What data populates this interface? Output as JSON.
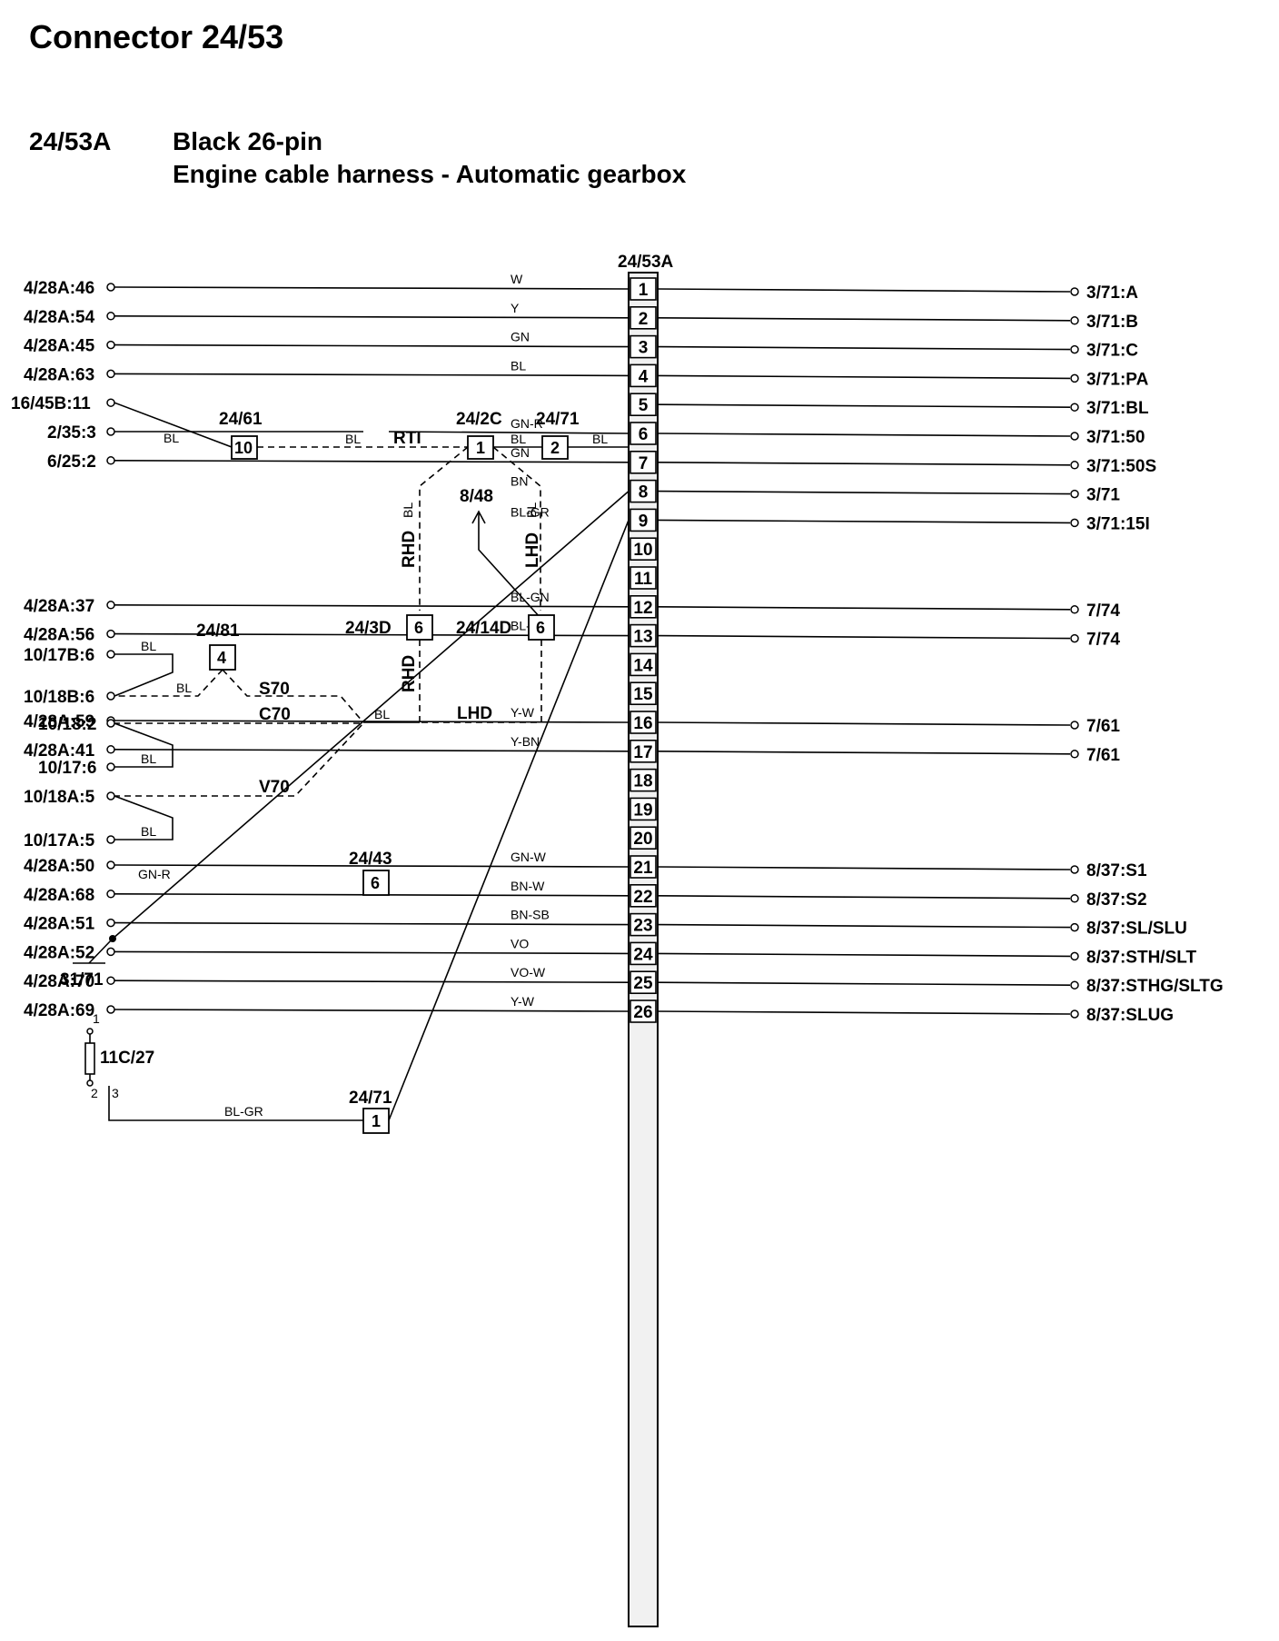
{
  "title": "Connector 24/53",
  "subtitle": {
    "code": "24/53A",
    "line1": "Black 26-pin",
    "line2": "Engine cable harness - Automatic gearbox"
  },
  "connector_label": "24/53A",
  "pins": [
    "1",
    "2",
    "3",
    "4",
    "5",
    "6",
    "7",
    "8",
    "9",
    "10",
    "11",
    "12",
    "13",
    "14",
    "15",
    "16",
    "17",
    "18",
    "19",
    "20",
    "21",
    "22",
    "23",
    "24",
    "25",
    "26"
  ],
  "wires": [
    {
      "pin": "1",
      "left": "4/28A:46",
      "color": "W",
      "right": "3/71:A"
    },
    {
      "pin": "2",
      "left": "4/28A:54",
      "color": "Y",
      "right": "3/71:B"
    },
    {
      "pin": "3",
      "left": "4/28A:45",
      "color": "GN",
      "right": "3/71:C"
    },
    {
      "pin": "4",
      "left": "4/28A:63",
      "color": "BL",
      "right": "3/71:PA"
    },
    {
      "pin": "5",
      "left": "16/45B:11",
      "color": "BL",
      "right": "3/71:BL"
    },
    {
      "pin": "6",
      "left": "2/35:3",
      "color": "GN-R",
      "right": "3/71:50"
    },
    {
      "pin": "7",
      "left": "6/25:2",
      "color": "GN",
      "right": "3/71:50S"
    },
    {
      "pin": "8",
      "left": "31/71",
      "color": "BN",
      "right": "3/71"
    },
    {
      "pin": "9",
      "left": "11C/27",
      "color": "BL-GR",
      "right": "3/71:15I"
    },
    {
      "pin": "12",
      "left": "4/28A:37",
      "color": "BL-GN",
      "right": "7/74"
    },
    {
      "pin": "13",
      "left": "4/28A:56",
      "color": "BL-SB",
      "right": "7/74"
    },
    {
      "pin": "16",
      "left": "4/28A:59",
      "color": "Y-W",
      "right": "7/61"
    },
    {
      "pin": "17",
      "left": "4/28A:41",
      "color": "Y-BN",
      "right": "7/61"
    },
    {
      "pin": "21",
      "left": "4/28A:50",
      "color": "GN-W",
      "right": "8/37:S1"
    },
    {
      "pin": "22",
      "left": "4/28A:68",
      "color": "BN-W",
      "right": "8/37:S2"
    },
    {
      "pin": "23",
      "left": "4/28A:51",
      "color": "BN-SB",
      "right": "8/37:SL/SLU"
    },
    {
      "pin": "24",
      "left": "4/28A:52",
      "color": "VO",
      "right": "8/37:STH/SLT"
    },
    {
      "pin": "25",
      "left": "4/28A:70",
      "color": "VO-W",
      "right": "8/37:STHG/SLTG"
    },
    {
      "pin": "26",
      "left": "4/28A:69",
      "color": "Y-W",
      "right": "8/37:SLUG"
    }
  ],
  "circuit5": {
    "splice_24_61": {
      "name": "24/61",
      "pin": "10"
    },
    "splice_24_2c": {
      "name": "24/2C",
      "pin": "1"
    },
    "splice_24_71": {
      "name": "24/71",
      "pin": "2"
    },
    "wire_bl": "BL",
    "rt_label": "RTI",
    "ground_ref": "8/48",
    "rhd": "RHD",
    "lhd": "LHD",
    "conn_24_3d": {
      "name": "24/3D",
      "pin": "6"
    },
    "conn_24_14d": {
      "name": "24/14D",
      "pin": "6"
    },
    "conn_24_81": {
      "name": "24/81",
      "pin": "4"
    },
    "s70": "S70",
    "c70": "C70",
    "v70": "V70",
    "left_terms": [
      "10/17B:6",
      "10/18B:6",
      "10/18:2",
      "10/17:6",
      "10/18A:5",
      "10/17A:5"
    ]
  },
  "circuit6": {
    "splice": "24/43",
    "pin": "6",
    "wire": "GN-R"
  },
  "circuit9": {
    "splice": "24/71",
    "pin": "1",
    "fuse": "11C/27",
    "fuse_pins": [
      "1",
      "2",
      "3"
    ]
  }
}
